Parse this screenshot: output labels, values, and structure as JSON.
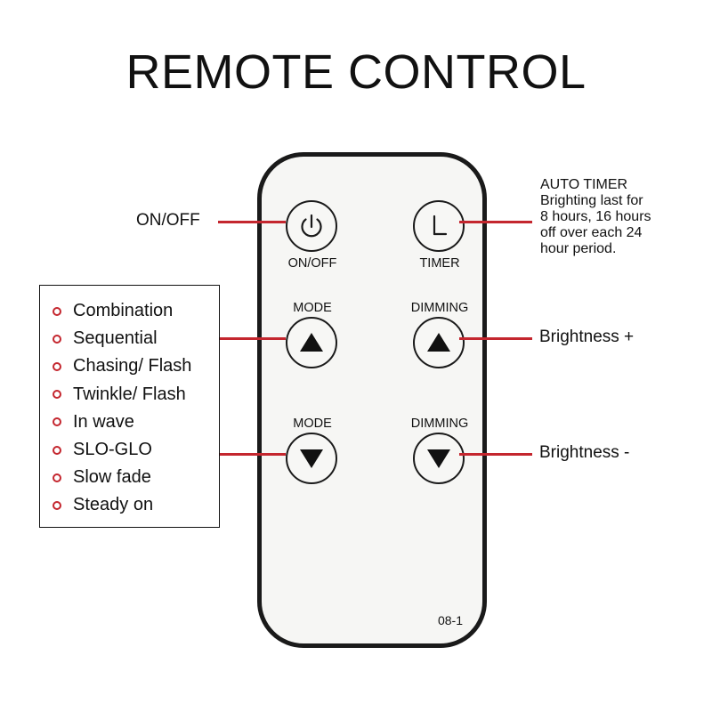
{
  "title": "REMOTE CONTROL",
  "remote": {
    "buttons": [
      {
        "id": "power",
        "label": "ON/OFF",
        "icon": "power-icon"
      },
      {
        "id": "timer",
        "label": "TIMER",
        "icon": "clock-icon"
      },
      {
        "id": "mode_up",
        "label": "MODE",
        "icon": "triangle-up-icon"
      },
      {
        "id": "dimming_up",
        "label": "DIMMING",
        "icon": "triangle-up-icon"
      },
      {
        "id": "mode_down",
        "label": "MODE",
        "icon": "triangle-down-icon"
      },
      {
        "id": "dimming_down",
        "label": "DIMMING",
        "icon": "triangle-down-icon"
      }
    ],
    "model": "08-1"
  },
  "callouts": {
    "on_off": "ON/OFF",
    "auto_timer": {
      "heading": "AUTO TIMER",
      "lines": [
        "Brighting last for",
        "8 hours, 16 hours",
        "off over each 24",
        "hour period."
      ]
    },
    "brightness_up": "Brightness +",
    "brightness_down": "Brightness -"
  },
  "modes": [
    "Combination",
    "Sequential",
    "Chasing/ Flash",
    "Twinkle/ Flash",
    "In wave",
    "SLO-GLO",
    "Slow fade",
    "Steady on"
  ],
  "colors": {
    "accent": "#c4262e",
    "outline": "#1a1a1a",
    "remote_body": "#f6f6f4"
  }
}
